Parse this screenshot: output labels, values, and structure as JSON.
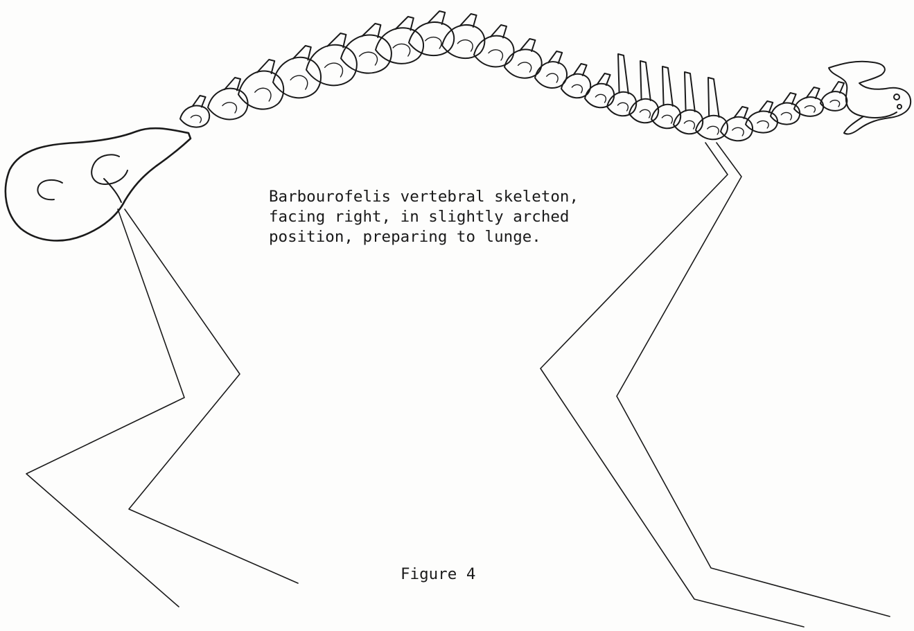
{
  "caption": {
    "line1": "Barbourofelis vertebral skeleton,",
    "line2": "facing right, in slightly arched",
    "line3": "position, preparing to lunge."
  },
  "figure_label": "Figure 4",
  "colors": {
    "ink": "#1a1a1a",
    "paper": "#fdfdfc"
  }
}
